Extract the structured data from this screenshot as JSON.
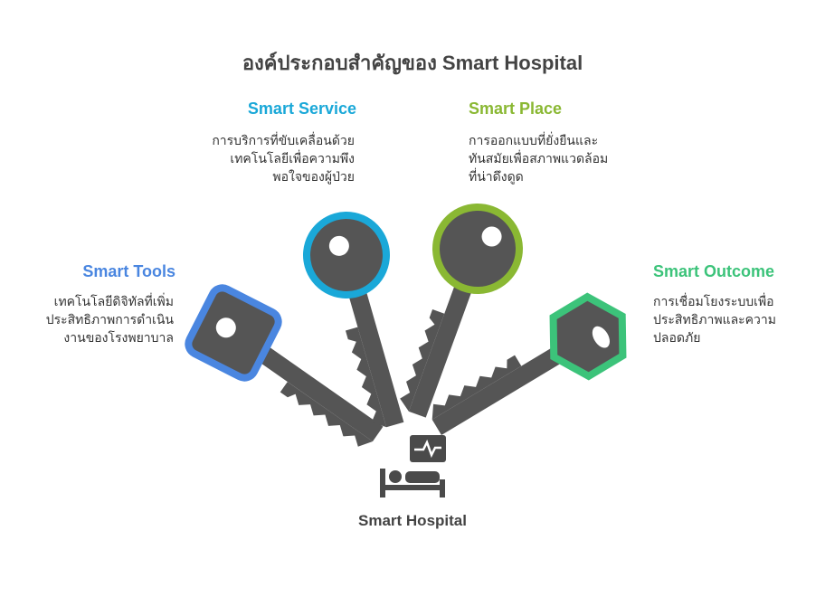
{
  "title": "องค์ประกอบสำคัญของ Smart Hospital",
  "center": {
    "label": "Smart Hospital",
    "icon": "hospital-bed-monitor-icon"
  },
  "items": [
    {
      "title": "Smart Tools",
      "desc": [
        "เทคโนโลยีดิจิทัลที่เพิ่ม",
        "ประสิทธิภาพการดำเนิน",
        "งานของโรงพยาบาล"
      ],
      "color": "#4a86e0"
    },
    {
      "title": "Smart Service",
      "desc": [
        "การบริการที่ขับเคลื่อนด้วย",
        "เทคโนโลยีเพื่อความพึง",
        "พอใจของผู้ป่วย"
      ],
      "color": "#1aa8d8"
    },
    {
      "title": "Smart Place",
      "desc": [
        "การออกแบบที่ยั่งยืนและ",
        "ทันสมัยเพื่อสภาพแวดล้อม",
        "ที่น่าดึงดูด"
      ],
      "color": "#8ab833"
    },
    {
      "title": "Smart Outcome",
      "desc": [
        "การเชื่อมโยงระบบเพื่อ",
        "ประสิทธิภาพและความ",
        "ปลอดภัย"
      ],
      "color": "#3cc37a"
    }
  ]
}
